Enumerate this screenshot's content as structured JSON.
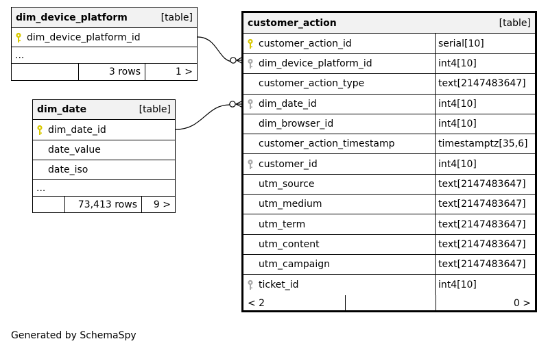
{
  "colors": {
    "primary_key": "#d8c800",
    "foreign_key": "#a8a8a8",
    "header_bg": "#f2f2f2",
    "line": "#000000"
  },
  "dim_device_platform": {
    "name": "dim_device_platform",
    "kind": "[table]",
    "columns": [
      {
        "name": "dim_device_platform_id",
        "key": "primary-key-icon"
      }
    ],
    "ellipsis": "...",
    "footer": {
      "left": "",
      "rows": "3 rows",
      "right": "1 >"
    }
  },
  "dim_date": {
    "name": "dim_date",
    "kind": "[table]",
    "columns": [
      {
        "name": "dim_date_id",
        "key": "primary-key-icon"
      },
      {
        "name": "date_value",
        "key": ""
      },
      {
        "name": "date_iso",
        "key": ""
      }
    ],
    "ellipsis": "...",
    "footer": {
      "left": "",
      "rows": "73,413 rows",
      "right": "9 >"
    }
  },
  "customer_action": {
    "name": "customer_action",
    "kind": "[table]",
    "columns": [
      {
        "name": "customer_action_id",
        "type": "serial[10]",
        "key": "primary-key-icon"
      },
      {
        "name": "dim_device_platform_id",
        "type": "int4[10]",
        "key": "foreign-key-icon"
      },
      {
        "name": "customer_action_type",
        "type": "text[2147483647]",
        "key": ""
      },
      {
        "name": "dim_date_id",
        "type": "int4[10]",
        "key": "foreign-key-icon"
      },
      {
        "name": "dim_browser_id",
        "type": "int4[10]",
        "key": ""
      },
      {
        "name": "customer_action_timestamp",
        "type": "timestamptz[35,6]",
        "key": ""
      },
      {
        "name": "customer_id",
        "type": "int4[10]",
        "key": "foreign-key-icon"
      },
      {
        "name": "utm_source",
        "type": "text[2147483647]",
        "key": ""
      },
      {
        "name": "utm_medium",
        "type": "text[2147483647]",
        "key": ""
      },
      {
        "name": "utm_term",
        "type": "text[2147483647]",
        "key": ""
      },
      {
        "name": "utm_content",
        "type": "text[2147483647]",
        "key": ""
      },
      {
        "name": "utm_campaign",
        "type": "text[2147483647]",
        "key": ""
      },
      {
        "name": "ticket_id",
        "type": "int4[10]",
        "key": "foreign-key-icon"
      }
    ],
    "footer": {
      "left": "< 2",
      "middle": "",
      "right": "0 >"
    }
  },
  "credit": "Generated by SchemaSpy"
}
